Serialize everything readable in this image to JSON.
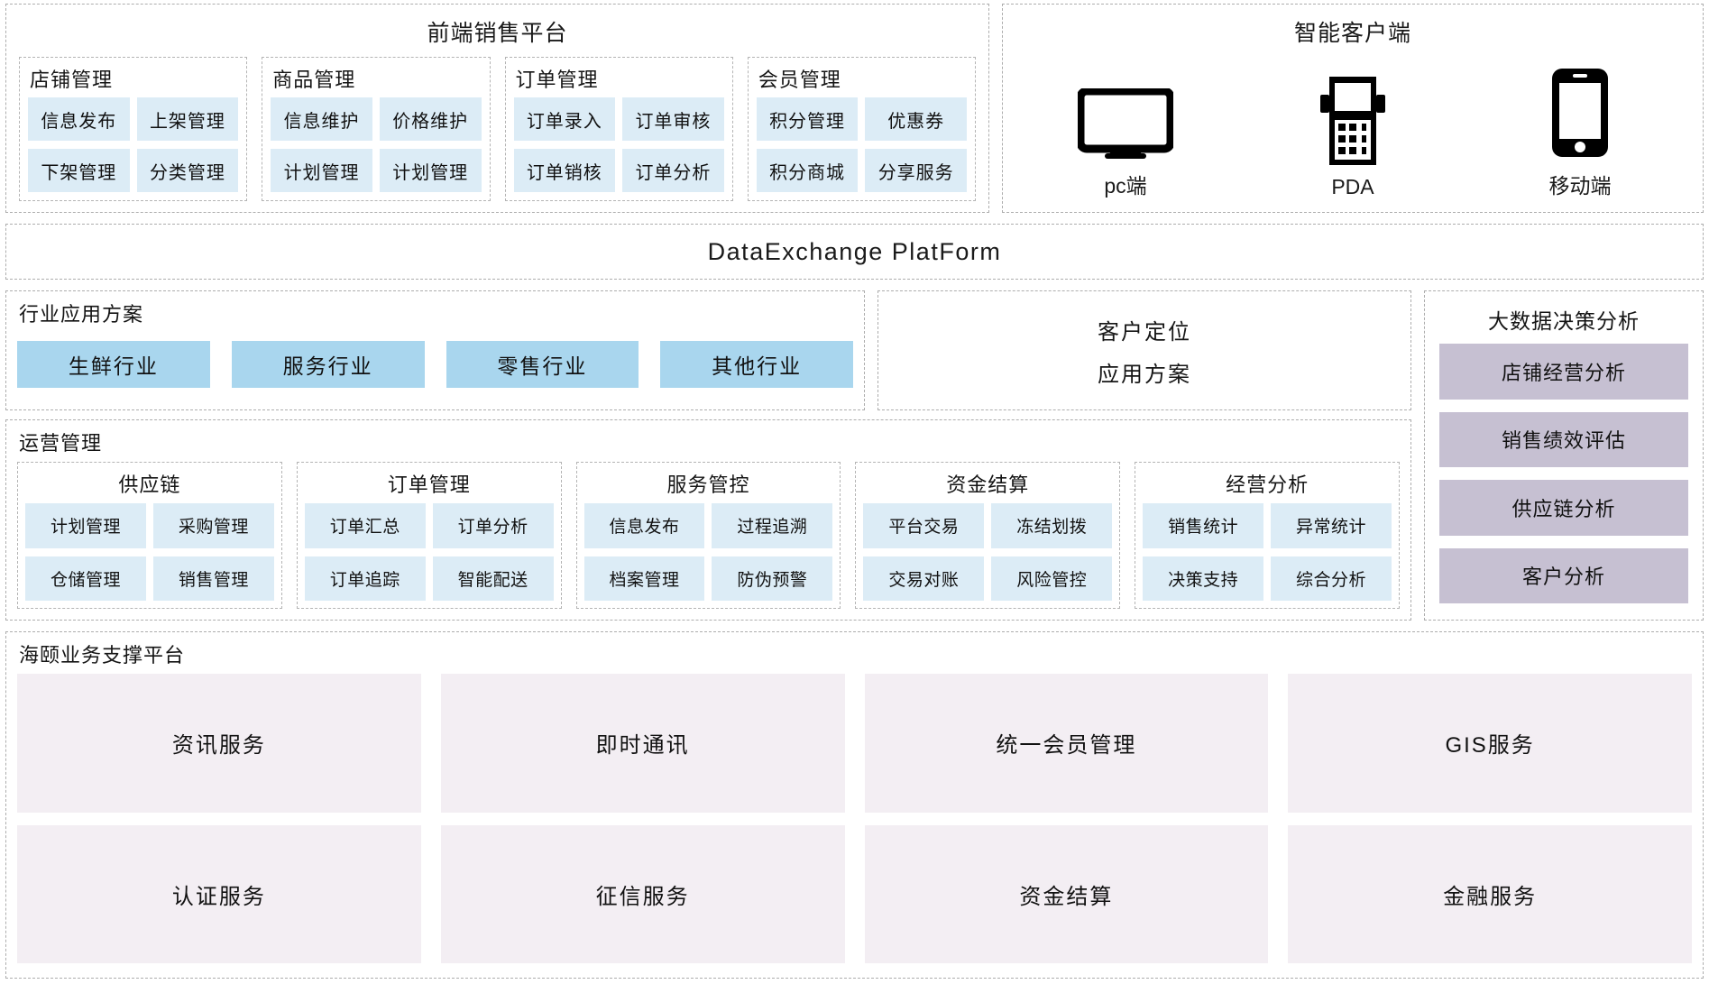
{
  "frontend": {
    "title": "前端销售平台",
    "groups": [
      {
        "title": "店铺管理",
        "items": [
          "信息发布",
          "上架管理",
          "下架管理",
          "分类管理"
        ]
      },
      {
        "title": "商品管理",
        "items": [
          "信息维护",
          "价格维护",
          "计划管理",
          "计划管理"
        ]
      },
      {
        "title": "订单管理",
        "items": [
          "订单录入",
          "订单审核",
          "订单销核",
          "订单分析"
        ]
      },
      {
        "title": "会员管理",
        "items": [
          "积分管理",
          "优惠券",
          "积分商城",
          "分享服务"
        ]
      }
    ]
  },
  "clients": {
    "title": "智能客户端",
    "items": [
      {
        "icon": "desktop-monitor-icon",
        "label": "pc端"
      },
      {
        "icon": "pda-device-icon",
        "label": "PDA"
      },
      {
        "icon": "mobile-phone-icon",
        "label": "移动端"
      }
    ]
  },
  "dataexchange": {
    "label": "DataExchange  PlatForm"
  },
  "industry": {
    "title": "行业应用方案",
    "items": [
      "生鲜行业",
      "服务行业",
      "零售行业",
      "其他行业"
    ]
  },
  "locate": {
    "line1": "客户定位",
    "line2": "应用方案"
  },
  "operations": {
    "title": "运营管理",
    "groups": [
      {
        "title": "供应链",
        "items": [
          "计划管理",
          "采购管理",
          "仓储管理",
          "销售管理"
        ]
      },
      {
        "title": "订单管理",
        "items": [
          "订单汇总",
          "订单分析",
          "订单追踪",
          "智能配送"
        ]
      },
      {
        "title": "服务管控",
        "items": [
          "信息发布",
          "过程追溯",
          "档案管理",
          "防伪预警"
        ]
      },
      {
        "title": "资金结算",
        "items": [
          "平台交易",
          "冻结划拨",
          "交易对账",
          "风险管控"
        ]
      },
      {
        "title": "经营分析",
        "items": [
          "销售统计",
          "异常统计",
          "决策支持",
          "综合分析"
        ]
      }
    ]
  },
  "bigdata": {
    "title": "大数据决策分析",
    "items": [
      "店铺经营分析",
      "销售绩效评估",
      "供应链分析",
      "客户分析"
    ]
  },
  "support": {
    "title": "海颐业务支撑平台",
    "items": [
      "资讯服务",
      "即时通讯",
      "统一会员管理",
      "GIS服务",
      "认证服务",
      "征信服务",
      "资金结算",
      "金融服务"
    ]
  },
  "colors": {
    "chip_blue": "#dcecf6",
    "industry_blue": "#a9d6ee",
    "bigdata_purple": "#c6c0d2",
    "support_pink": "#f3eef3",
    "border_dashed": "#adadad"
  }
}
